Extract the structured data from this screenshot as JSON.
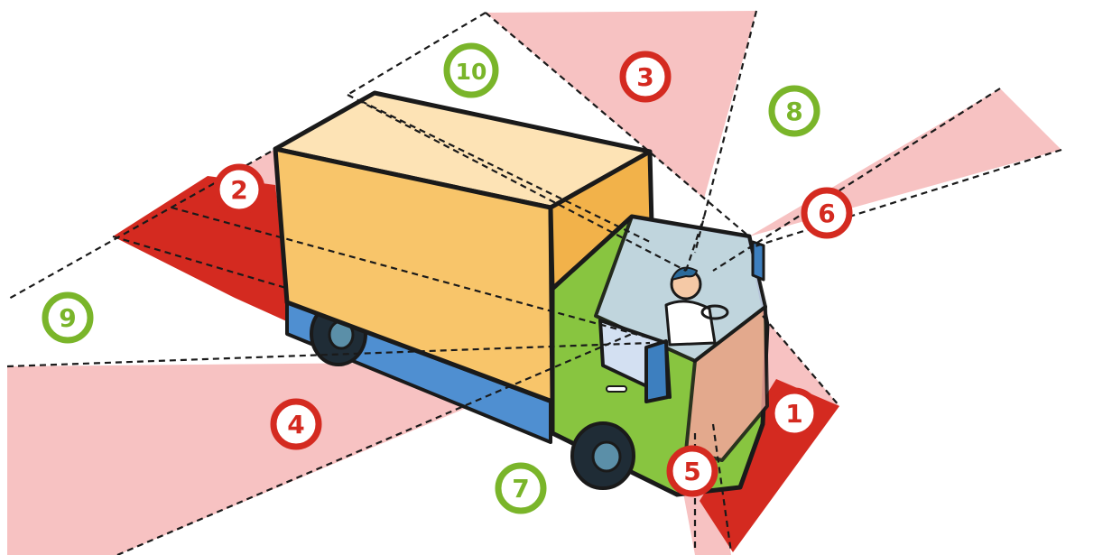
{
  "colors": {
    "red": "#d42a20",
    "green": "#7ab52a",
    "zone_light": "#f4b6b6",
    "zone_dark": "#d42a20",
    "box_front": "#f8c56a",
    "box_top": "#fde3b5",
    "box_side": "#f2b24a",
    "cab_green": "#88c540",
    "chassis_blue": "#4f8fd1",
    "window": "#c7d7ee"
  },
  "badges": [
    {
      "label": "1",
      "kind": "red"
    },
    {
      "label": "2",
      "kind": "red"
    },
    {
      "label": "3",
      "kind": "red"
    },
    {
      "label": "4",
      "kind": "red"
    },
    {
      "label": "5",
      "kind": "red"
    },
    {
      "label": "6",
      "kind": "red"
    },
    {
      "label": "7",
      "kind": "green"
    },
    {
      "label": "8",
      "kind": "green"
    },
    {
      "label": "9",
      "kind": "green"
    },
    {
      "label": "10",
      "kind": "green"
    }
  ]
}
